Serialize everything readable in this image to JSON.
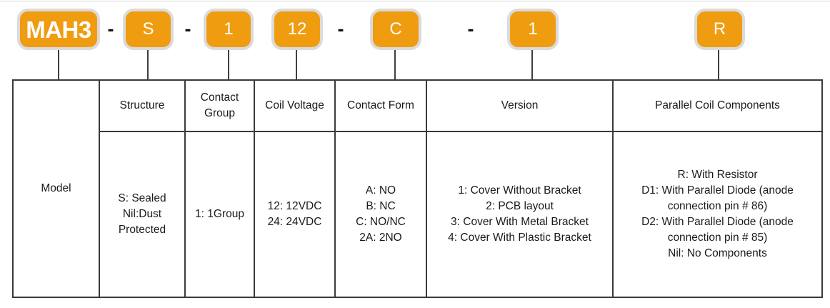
{
  "code": {
    "dash": "-",
    "segments": [
      "MAH3",
      "S",
      "1",
      "12",
      "C",
      "1",
      "R"
    ]
  },
  "colors": {
    "badge_bg": "#F09C10",
    "badge_border": "#DBDBDB",
    "badge_text": "#FFFFFF",
    "table_border": "#3A3A3A",
    "text": "#1A1A1A"
  },
  "table": {
    "headers": {
      "model": "Model",
      "structure": "Structure",
      "contact_group": "Contact Group",
      "coil_voltage": "Coil Voltage",
      "contact_form": "Contact Form",
      "version": "Version",
      "parallel_coil_components": "Parallel Coil Components"
    },
    "options": {
      "structure": [
        "S: Sealed",
        "Nil:Dust Protected"
      ],
      "contact_group": [
        "1: 1Group"
      ],
      "coil_voltage": [
        "12: 12VDC",
        "24: 24VDC"
      ],
      "contact_form": [
        "A: NO",
        "B: NC",
        "C: NO/NC",
        "2A: 2NO"
      ],
      "version": [
        "1: Cover Without Bracket",
        "2: PCB layout",
        "3: Cover With Metal Bracket",
        "4: Cover With Plastic Bracket"
      ],
      "parallel_coil_components": [
        "R: With Resistor",
        "D1: With Parallel Diode (anode connection pin # 86)",
        "D2: With Parallel Diode (anode connection pin # 85)",
        "Nil: No Components"
      ]
    }
  }
}
